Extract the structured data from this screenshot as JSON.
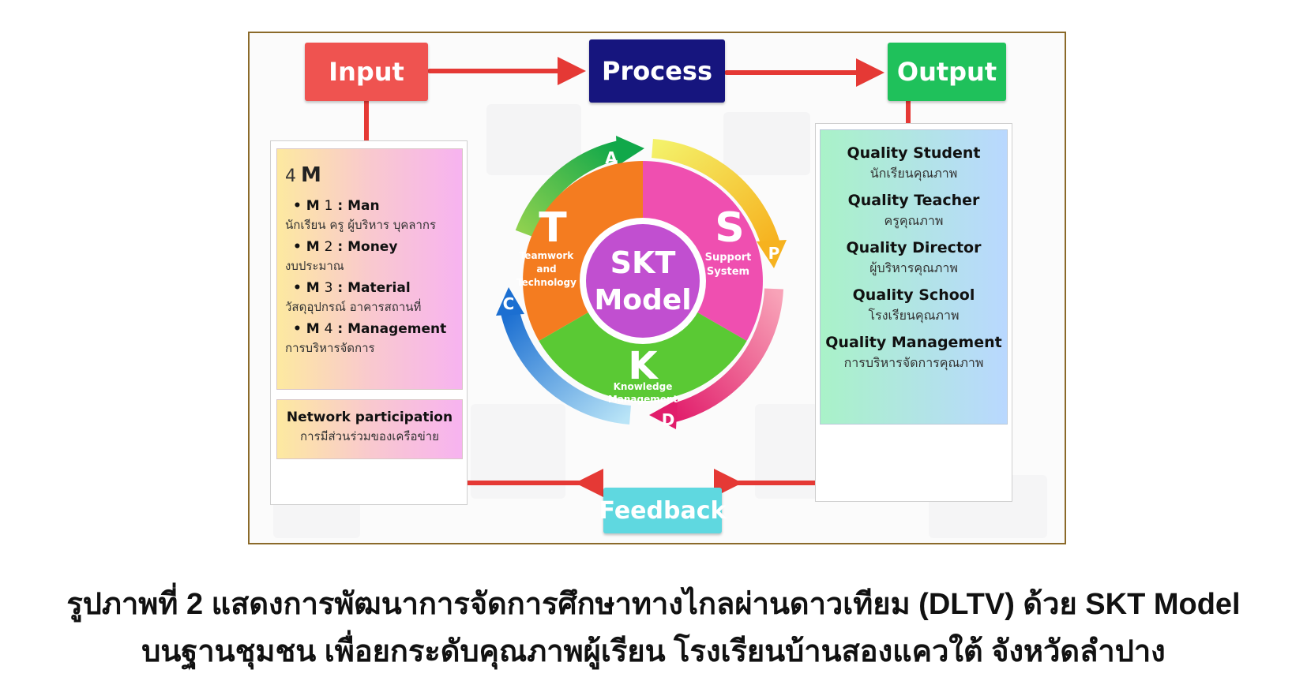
{
  "diagram": {
    "input_label": "Input",
    "process_label": "Process",
    "output_label": "Output",
    "feedback_label": "Feedback",
    "input_panel": {
      "title_number": "4",
      "title_letter": "M",
      "items": [
        {
          "code": "M",
          "num": "1",
          "name": ": Man",
          "desc": "นักเรียน ครู ผู้บริหาร บุคลากร"
        },
        {
          "code": "M",
          "num": "2",
          "name": ": Money",
          "desc": "งบประมาณ"
        },
        {
          "code": "M",
          "num": "3",
          "name": ": Material",
          "desc": "วัสดุอุปกรณ์ อาคารสถานที่"
        },
        {
          "code": "M",
          "num": "4",
          "name": ": Management",
          "desc": "การบริหารจัดการ"
        }
      ],
      "network_title": "Network participation",
      "network_desc": "การมีส่วนร่วมของเครือข่าย"
    },
    "output_panel": {
      "items": [
        {
          "en": "Quality Student",
          "th": "นักเรียนคุณภาพ"
        },
        {
          "en": "Quality Teacher",
          "th": "ครูคุณภาพ"
        },
        {
          "en": "Quality Director",
          "th": "ผู้บริหารคุณภาพ"
        },
        {
          "en": "Quality School",
          "th": "โรงเรียนคุณภาพ"
        },
        {
          "en": "Quality Management",
          "th": "การบริหารจัดการคุณภาพ"
        }
      ]
    },
    "wheel": {
      "center_line1": "SKT",
      "center_line2": "Model",
      "segments": [
        {
          "letter": "T",
          "label_lines": [
            "Teamwork",
            "and",
            "Technology"
          ]
        },
        {
          "letter": "S",
          "label_lines": [
            "Support",
            "System"
          ]
        },
        {
          "letter": "K",
          "label_lines": [
            "Knowledge",
            "Management"
          ]
        }
      ],
      "cycle": [
        "A",
        "P",
        "D",
        "C"
      ]
    },
    "colors": {
      "input": "#ef5350",
      "process": "#16157e",
      "output": "#1fc15b",
      "feedback": "#5fd8e0",
      "connector": "#e53935",
      "segment_t": "#f47c20",
      "segment_s": "#ef4fb0",
      "segment_k": "#5ac934",
      "center": "#c14fd0"
    }
  },
  "caption": {
    "line1": "รูปภาพที่ 2 แสดงการพัฒนาการจัดการศึกษาทางไกลผ่านดาวเทียม (DLTV) ด้วย SKT Model",
    "line2": "บนฐานชุมชน เพื่อยกระดับคุณภาพผู้เรียน โรงเรียนบ้านสองแควใต้ จังหวัดลำปาง"
  }
}
